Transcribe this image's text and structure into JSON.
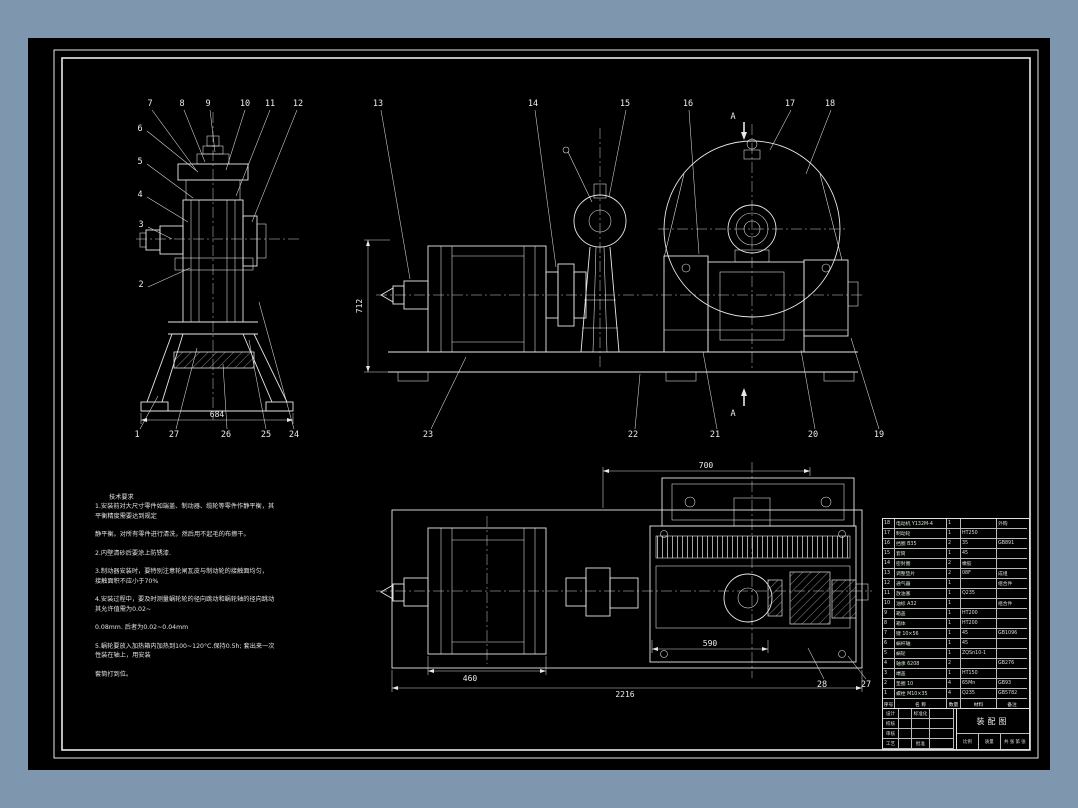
{
  "sheet": {
    "background": "#000000",
    "margin_color": "#7e96ae",
    "line_color": "#e8e8e8"
  },
  "front_view": {
    "top_callouts": [
      "7",
      "8",
      "9",
      "10",
      "11",
      "12"
    ],
    "left_callouts": [
      "6",
      "5",
      "4",
      "3",
      "2"
    ],
    "bottom_callouts": [
      "1",
      "27",
      "26",
      "25",
      "24"
    ],
    "dim_width": "684"
  },
  "side_view": {
    "top_callouts": [
      "13",
      "14",
      "15",
      "16",
      "17",
      "18"
    ],
    "bottom_callouts": [
      "23",
      "22",
      "21",
      "20",
      "19"
    ],
    "dim_height": "712",
    "section_label": "A"
  },
  "plan_view": {
    "dim_plate": "700",
    "dim_gearbox": "590",
    "dim_motor": "460",
    "dim_overall": "2216",
    "callout_28": "28",
    "callout_27": "27"
  },
  "tech_notes": {
    "title": "技术要求",
    "lines": [
      "1.安装前对大尺寸零件如端盖、制动器、缆轮等零件作静平衡，其",
      "平衡精度需要达到规定",
      "",
      "静平衡。对所有零件进行清洗，然后用不起毛的布擦干。",
      "",
      "2.内壁清砂后要涂上防锈漆.",
      "",
      "3.制动器安装时，要特别注意轮闸瓦皮与制动轮的接触面均匀，",
      "接触面积不应小于70%",
      "",
      "4.安装过程中，要及时测量蜗轮轮的径向跳动和蜗轮轴的径向跳动",
      "其允许值需为0.02~",
      "",
      "0.08mm. 后者为0.02~0.04mm",
      "",
      "5.蜗轮要放入加热箱内加热到100~120°C.保持0.5h; 套出来一次",
      "性装在轴上，用安装",
      "",
      "套筒打到位。"
    ]
  },
  "bom": {
    "headers": [
      "序号",
      "名  称",
      "数量",
      "材料",
      "备注"
    ],
    "rows": [
      {
        "n": "18",
        "name": "电动机 Y132M-4",
        "qty": "1",
        "mat": "",
        "rem": "外购"
      },
      {
        "n": "17",
        "name": "制动轮",
        "qty": "1",
        "mat": "HT250",
        "rem": ""
      },
      {
        "n": "16",
        "name": "挡圈 B35",
        "qty": "2",
        "mat": "35",
        "rem": "GB891"
      },
      {
        "n": "15",
        "name": "套筒",
        "qty": "1",
        "mat": "45",
        "rem": ""
      },
      {
        "n": "14",
        "name": "密封圈",
        "qty": "2",
        "mat": "橡胶",
        "rem": ""
      },
      {
        "n": "13",
        "name": "调整垫片",
        "qty": "2",
        "mat": "08F",
        "rem": "成组"
      },
      {
        "n": "12",
        "name": "通气器",
        "qty": "1",
        "mat": "",
        "rem": "组合件"
      },
      {
        "n": "11",
        "name": "放油塞",
        "qty": "1",
        "mat": "Q235",
        "rem": ""
      },
      {
        "n": "10",
        "name": "油标 A32",
        "qty": "1",
        "mat": "",
        "rem": "组合件"
      },
      {
        "n": "9",
        "name": "箱盖",
        "qty": "1",
        "mat": "HT200",
        "rem": ""
      },
      {
        "n": "8",
        "name": "箱体",
        "qty": "1",
        "mat": "HT200",
        "rem": ""
      },
      {
        "n": "7",
        "name": "键 10×56",
        "qty": "1",
        "mat": "45",
        "rem": "GB1096"
      },
      {
        "n": "6",
        "name": "蜗杆轴",
        "qty": "1",
        "mat": "45",
        "rem": ""
      },
      {
        "n": "5",
        "name": "蜗轮",
        "qty": "1",
        "mat": "ZQSn10-1",
        "rem": ""
      },
      {
        "n": "4",
        "name": "轴承 6208",
        "qty": "2",
        "mat": "",
        "rem": "GB276"
      },
      {
        "n": "3",
        "name": "端盖",
        "qty": "1",
        "mat": "HT150",
        "rem": ""
      },
      {
        "n": "2",
        "name": "垫圈 10",
        "qty": "4",
        "mat": "65Mn",
        "rem": "GB93"
      },
      {
        "n": "1",
        "name": "螺栓 M10×35",
        "qty": "4",
        "mat": "Q235",
        "rem": "GB5782"
      }
    ]
  },
  "title_block": {
    "design": "设计",
    "check": "校核",
    "audit": "审核",
    "process": "工艺",
    "standard": "标准化",
    "approve": "批准",
    "name": "装配图",
    "scale": "比例",
    "weight": "质量",
    "sheets": "共 张  第 张"
  }
}
